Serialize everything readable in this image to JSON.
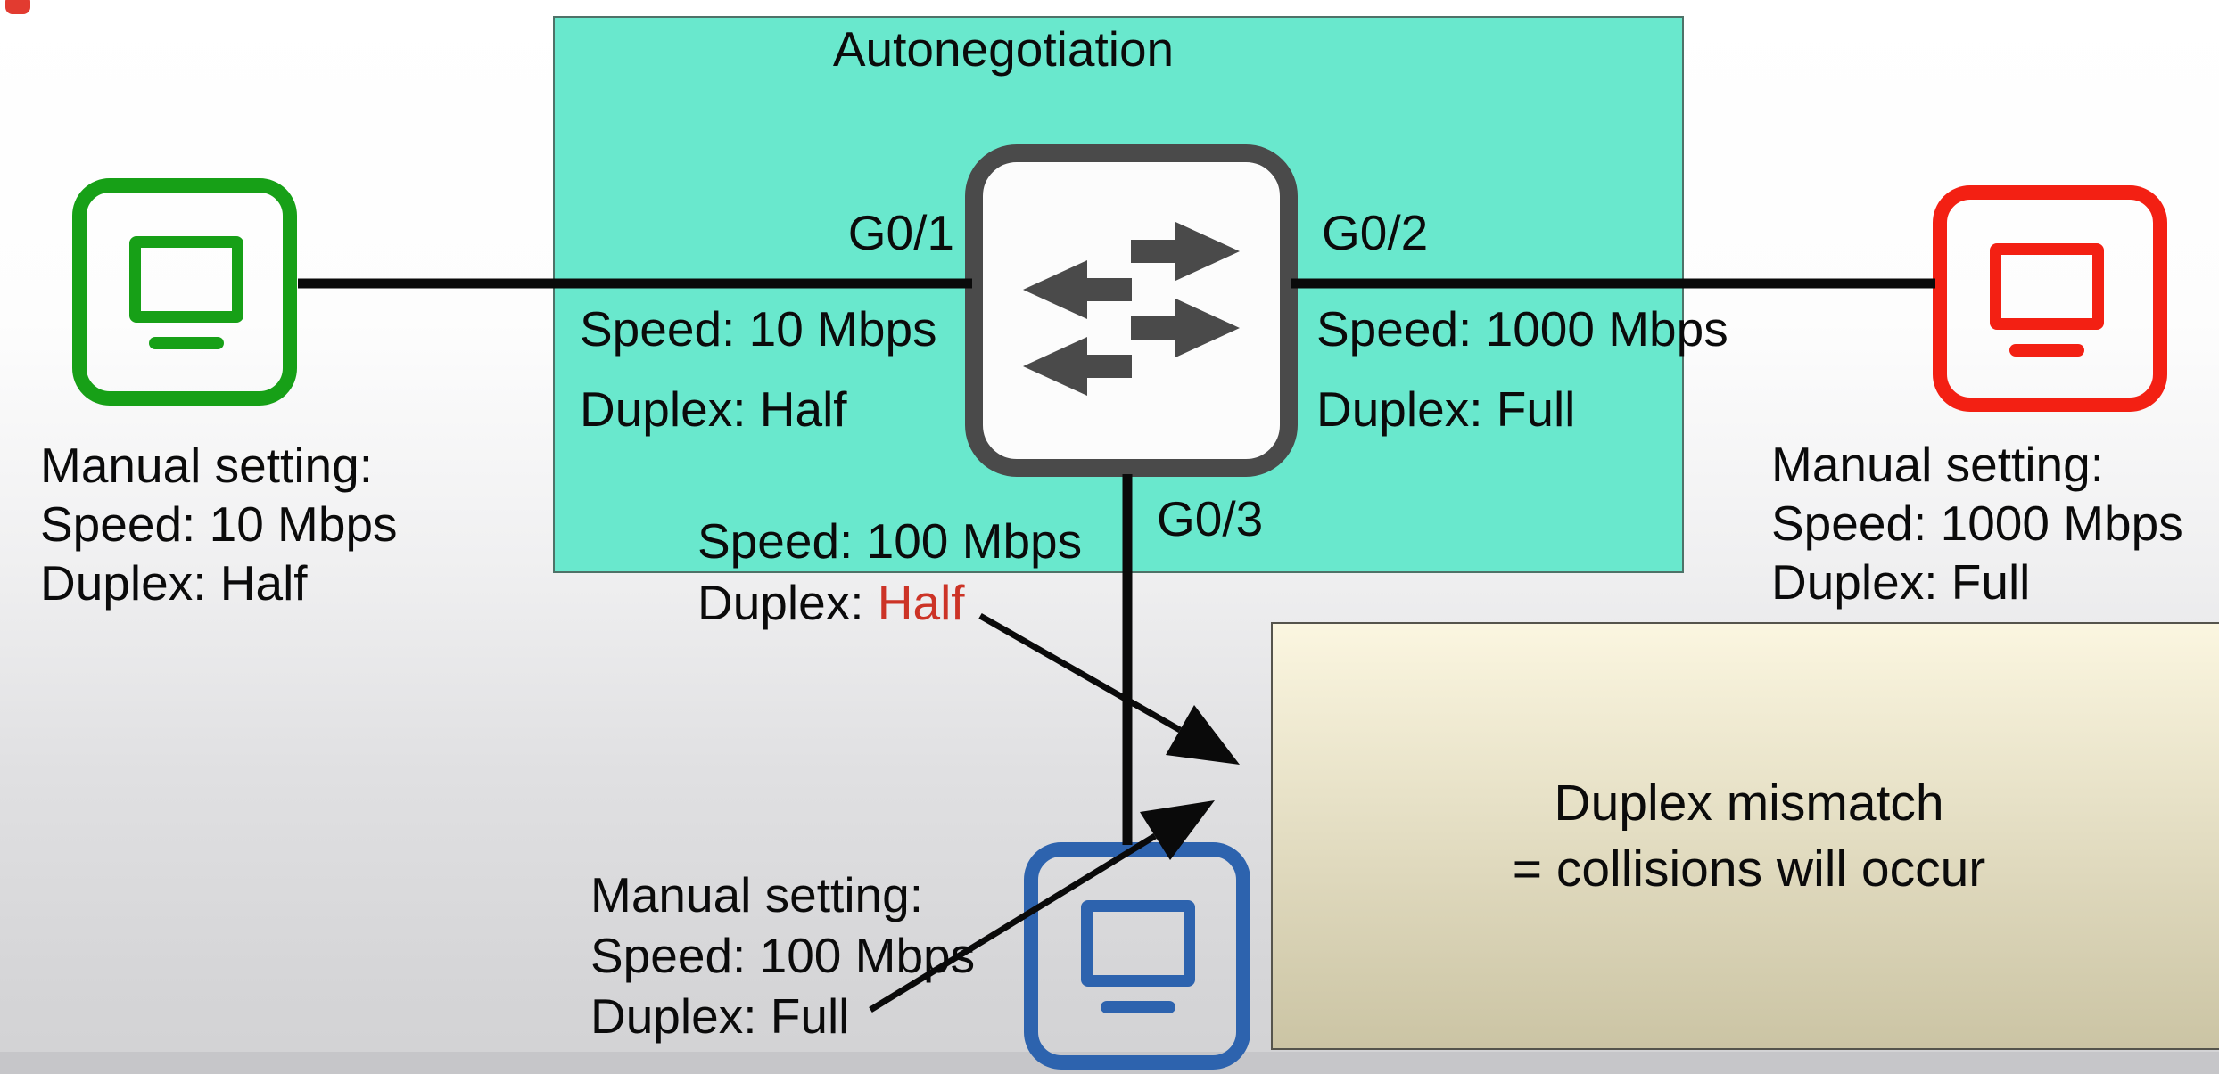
{
  "slide": {
    "title": "Autonegotiation",
    "callout": {
      "line1": "Duplex mismatch",
      "line2": "= collisions will occur"
    }
  },
  "ports": {
    "g01": {
      "label": "G0/1",
      "speed": "Speed: 10 Mbps",
      "duplex": "Duplex: Half"
    },
    "g02": {
      "label": "G0/2",
      "speed": "Speed: 1000 Mbps",
      "duplex": "Duplex: Full"
    },
    "g03": {
      "label": "G0/3",
      "speed": "Speed: 100 Mbps",
      "duplex_label": "Duplex: ",
      "duplex_value": "Half"
    }
  },
  "hosts": {
    "left": {
      "lines": [
        "Manual setting:",
        "Speed: 10 Mbps",
        "Duplex: Half"
      ]
    },
    "right": {
      "lines": [
        "Manual setting:",
        "Speed: 1000 Mbps",
        "Duplex: Full"
      ]
    },
    "bottom": {
      "lines": [
        "Manual setting:",
        "Speed: 100 Mbps",
        "Duplex: Full"
      ]
    }
  },
  "colors": {
    "teal": "#69e8cd",
    "teal_border": "#4e7268",
    "switch_gray": "#4a4a4a",
    "host_green": "#17a017",
    "host_red": "#f32013",
    "host_blue": "#2d63ae",
    "red_text": "#cc3326",
    "beige_top": "#fbf6e0",
    "beige_bottom": "#cbc4a4",
    "beige_border": "#55544c",
    "line_black": "#0a0a0a"
  }
}
